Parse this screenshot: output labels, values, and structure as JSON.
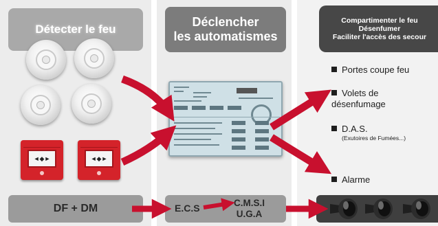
{
  "columns": {
    "left": {
      "header": "Détecter le feu",
      "footer": "DF + DM"
    },
    "middle": {
      "header_line1": "Déclencher",
      "header_line2": "les automatismes",
      "footer_left": "E.C.S",
      "footer_right_line1": "C.M.S.I",
      "footer_right_line2": "U.G.A"
    },
    "right": {
      "header_line1": "Compartimenter le feu",
      "header_line2": "Désenfumer",
      "header_line3": "Faciliter l'accès des secour",
      "items": [
        {
          "label": "Portes coupe feu"
        },
        {
          "label": "Volets de désenfumage"
        },
        {
          "label": "D.A.S.",
          "sub": "(Exutoires de Fumées...)"
        },
        {
          "label": "Alarme"
        }
      ]
    }
  },
  "icons": {
    "detector": "smoke-detector-icon",
    "callpoint": "manual-call-point-icon",
    "panel": "fire-alarm-panel-icon",
    "siren": "siren-icon"
  },
  "callpoint_text": "◄◆►",
  "colors": {
    "arrow": "#c8102e",
    "callpoint": "#d4232a",
    "header_left": "#a9a9a9",
    "header_middle": "#7c7c7c",
    "header_right": "#474747"
  }
}
